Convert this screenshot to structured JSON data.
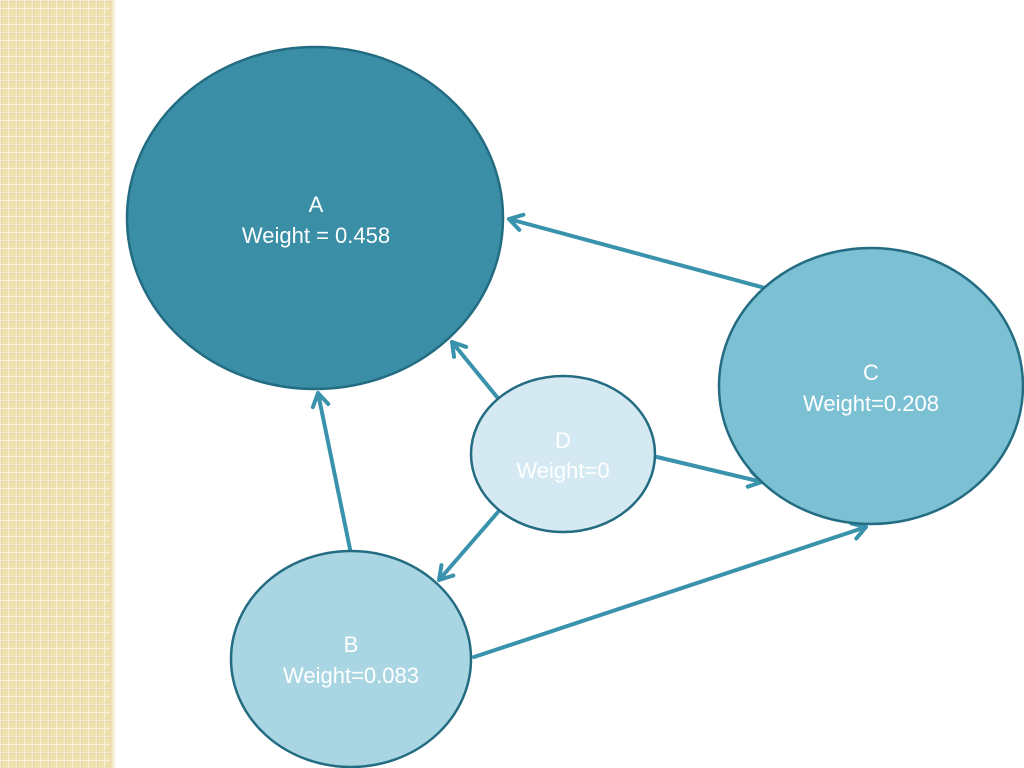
{
  "nodes": {
    "A": {
      "name": "A",
      "weight_label": "Weight = 0.458",
      "weight": 0.458,
      "fill": "#3a8fa6",
      "stroke": "#236c82",
      "text_color": "#ffffff"
    },
    "B": {
      "name": "B",
      "weight_label": "Weight=0.083",
      "weight": 0.083,
      "fill": "#a9d6e2",
      "stroke": "#236c82",
      "text_color": "#ffffff"
    },
    "C": {
      "name": "C",
      "weight_label": "Weight=0.208",
      "weight": 0.208,
      "fill": "#7cc0d3",
      "stroke": "#236c82",
      "text_color": "#ffffff"
    },
    "D": {
      "name": "D",
      "weight_label": "Weight=0",
      "weight": 0,
      "fill": "#d4e9f1",
      "stroke": "#236c82",
      "text_color": "#ffffff"
    }
  },
  "edges": [
    {
      "from": "C",
      "to": "A"
    },
    {
      "from": "D",
      "to": "A"
    },
    {
      "from": "B",
      "to": "A"
    },
    {
      "from": "D",
      "to": "C"
    },
    {
      "from": "D",
      "to": "B"
    },
    {
      "from": "B",
      "to": "C"
    }
  ],
  "colors": {
    "edge": "#3a93ad",
    "side_pattern": "#efe0b0"
  }
}
